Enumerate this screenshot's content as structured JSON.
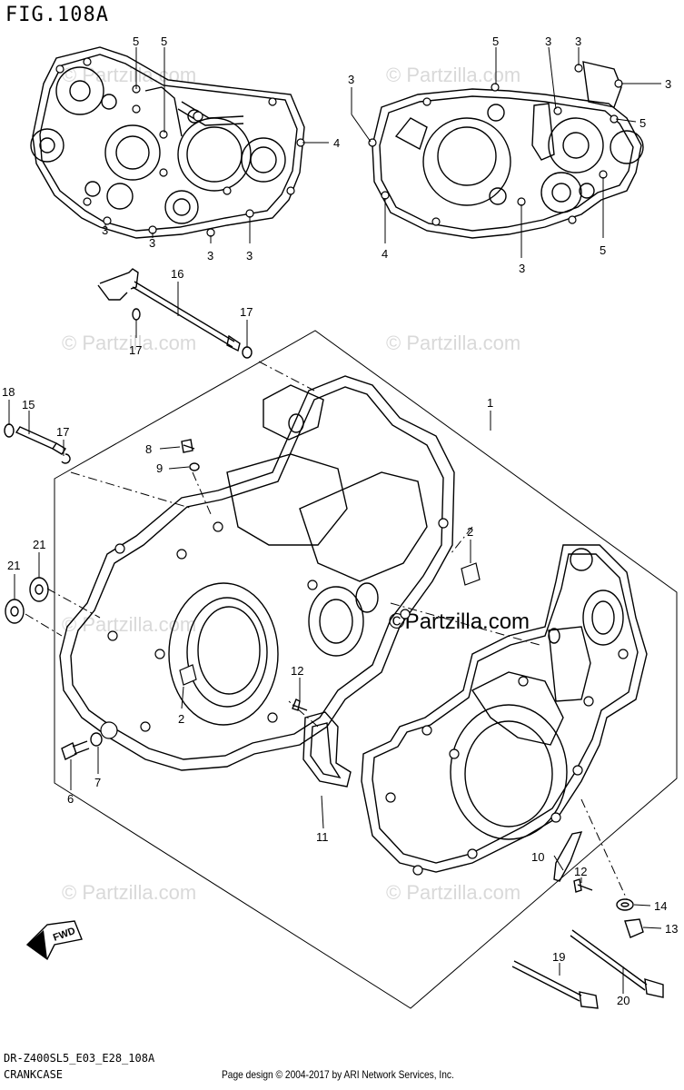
{
  "figure": {
    "title": "FIG.108A",
    "model_code": "DR-Z400SL5_E03_E28_108A",
    "section_name": "CRANKCASE"
  },
  "footer": {
    "copyright": "Page design © 2004-2017 by ARI Network Services, Inc."
  },
  "watermark": {
    "text": "© Partzilla.com",
    "center_text": "©Partzilla.com"
  },
  "fwd_label": "FWD",
  "callouts": {
    "c1": "1",
    "c2a": "2",
    "c2b": "2",
    "c3a": "3",
    "c3b": "3",
    "c3c": "3",
    "c3d": "3",
    "c3e": "3",
    "c3f": "3",
    "c3g": "3",
    "c3h": "3",
    "c3i": "3",
    "c4a": "4",
    "c4b": "4",
    "c5a": "5",
    "c5b": "5",
    "c5c": "5",
    "c5d": "5",
    "c5e": "5",
    "c6": "6",
    "c7": "7",
    "c8": "8",
    "c9": "9",
    "c10": "10",
    "c11": "11",
    "c12a": "12",
    "c12b": "12",
    "c13": "13",
    "c14": "14",
    "c15": "15",
    "c16": "16",
    "c17a": "17",
    "c17b": "17",
    "c17c": "17",
    "c18": "18",
    "c19": "19",
    "c20": "20",
    "c21a": "21",
    "c21b": "21"
  }
}
